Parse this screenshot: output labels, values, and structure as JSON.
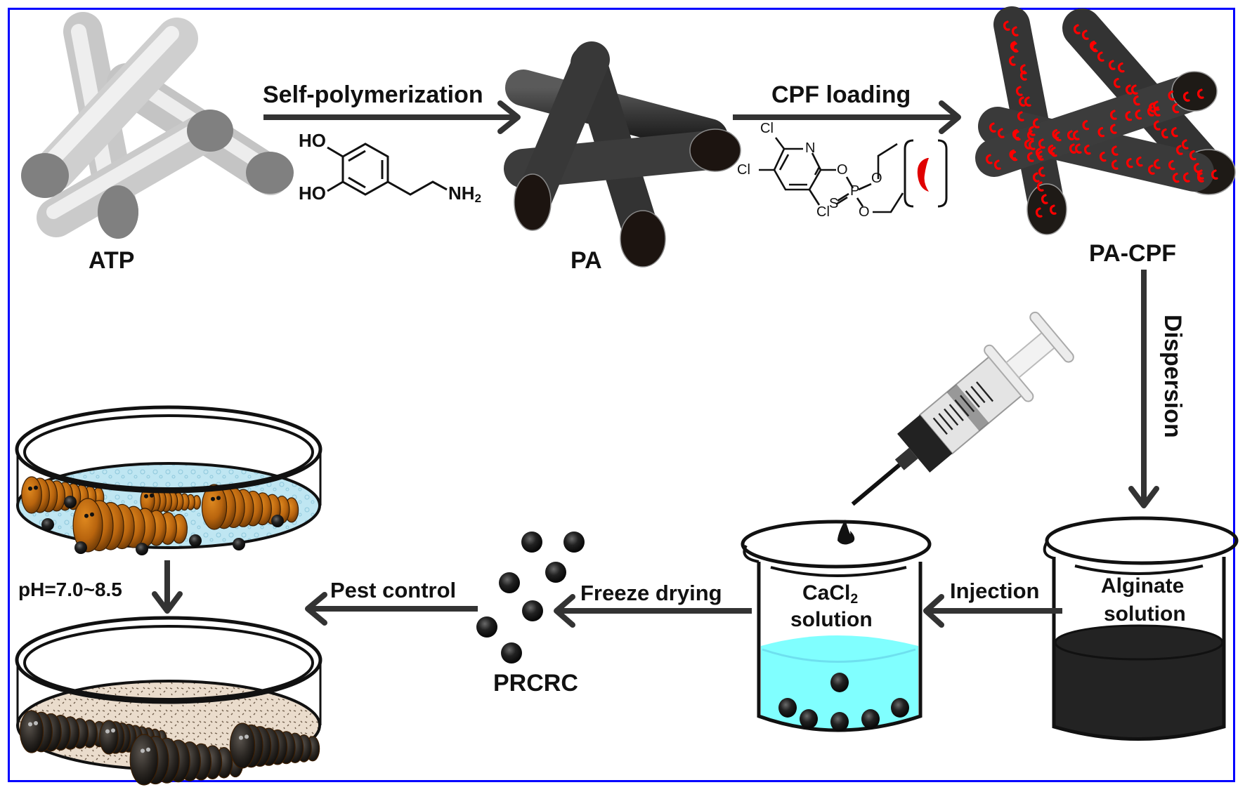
{
  "figure": {
    "border_color": "#0000ff",
    "arrow_color": "#333333"
  },
  "stages": {
    "atp": {
      "label": "ATP"
    },
    "pa": {
      "label": "PA"
    },
    "pa_cpf": {
      "label": "PA-CPF"
    },
    "prcrc": {
      "label": "PRCRC"
    }
  },
  "steps": {
    "self_polymerization": "Self-polymerization",
    "cpf_loading": "CPF loading",
    "dispersion": "Dispersion",
    "injection": "Injection",
    "freeze_drying": "Freeze drying",
    "pest_control": "Pest control",
    "ph_condition": "pH=7.0~8.5"
  },
  "dopamine": {
    "ho_top": "HO",
    "ho_bottom": "HO",
    "amine": "NH",
    "amine_sub": "2"
  },
  "chlorpyrifos": {
    "cl_top": "Cl",
    "cl_left": "Cl",
    "cl_bottom": "Cl",
    "n": "N",
    "o_ring": "O",
    "o_upper": "O",
    "o_lower": "O",
    "p": "P",
    "s": "S"
  },
  "beakers": {
    "cacl2": {
      "formula": "CaCl",
      "formula_sub": "2",
      "line2": "solution",
      "liquid_color": "#80ffff"
    },
    "alginate": {
      "line1": "Alginate",
      "line2": "solution",
      "liquid_color": "#232323"
    }
  },
  "colors": {
    "atp_rod": "#d9d9d9",
    "atp_end": "#808080",
    "pa_rod": "#3a3a3a",
    "cpf_marker": "#ff0000",
    "larva_alive": "#c06a10",
    "larva_dead": "#2a2622",
    "dish_liquid": "#bfe6f2",
    "dish_soil": "#eadccc"
  }
}
